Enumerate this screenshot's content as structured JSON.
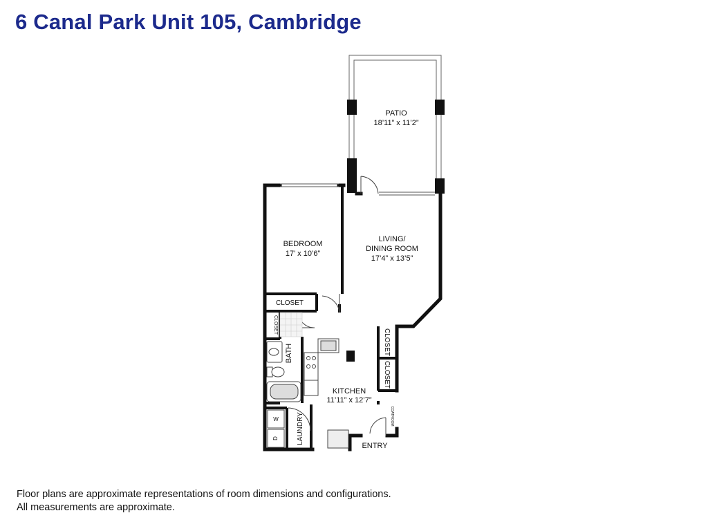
{
  "title": "6 Canal Park Unit 105, Cambridge",
  "rooms": {
    "patio": {
      "name": "PATIO",
      "dims": "18’11” x 11’2”"
    },
    "bedroom": {
      "name": "BEDROOM",
      "dims": "17’ x 10’6”"
    },
    "living": {
      "name_line1": "LIVING/",
      "name_line2": "DINING ROOM",
      "dims": "17’4” x 13’5”"
    },
    "closet_bedroom": {
      "name": "CLOSET"
    },
    "closet_small": {
      "name": "CLOSET"
    },
    "bath": {
      "name": "BATH"
    },
    "closet_right_1": {
      "name": "CLOSET"
    },
    "closet_right_2": {
      "name": "CLOSET"
    },
    "kitchen": {
      "name": "KITCHEN",
      "dims": "11’11” x 12’7”"
    },
    "laundry": {
      "name": "LAUNDRY"
    },
    "washer": {
      "name": "W"
    },
    "dryer": {
      "name": "D"
    },
    "coatroom": {
      "name": "COATROOM"
    },
    "entry": {
      "name": "ENTRY"
    }
  },
  "disclaimer": {
    "line1": "Floor plans are approximate representations of room dimensions and configurations.",
    "line2": "All measurements are approximate."
  }
}
